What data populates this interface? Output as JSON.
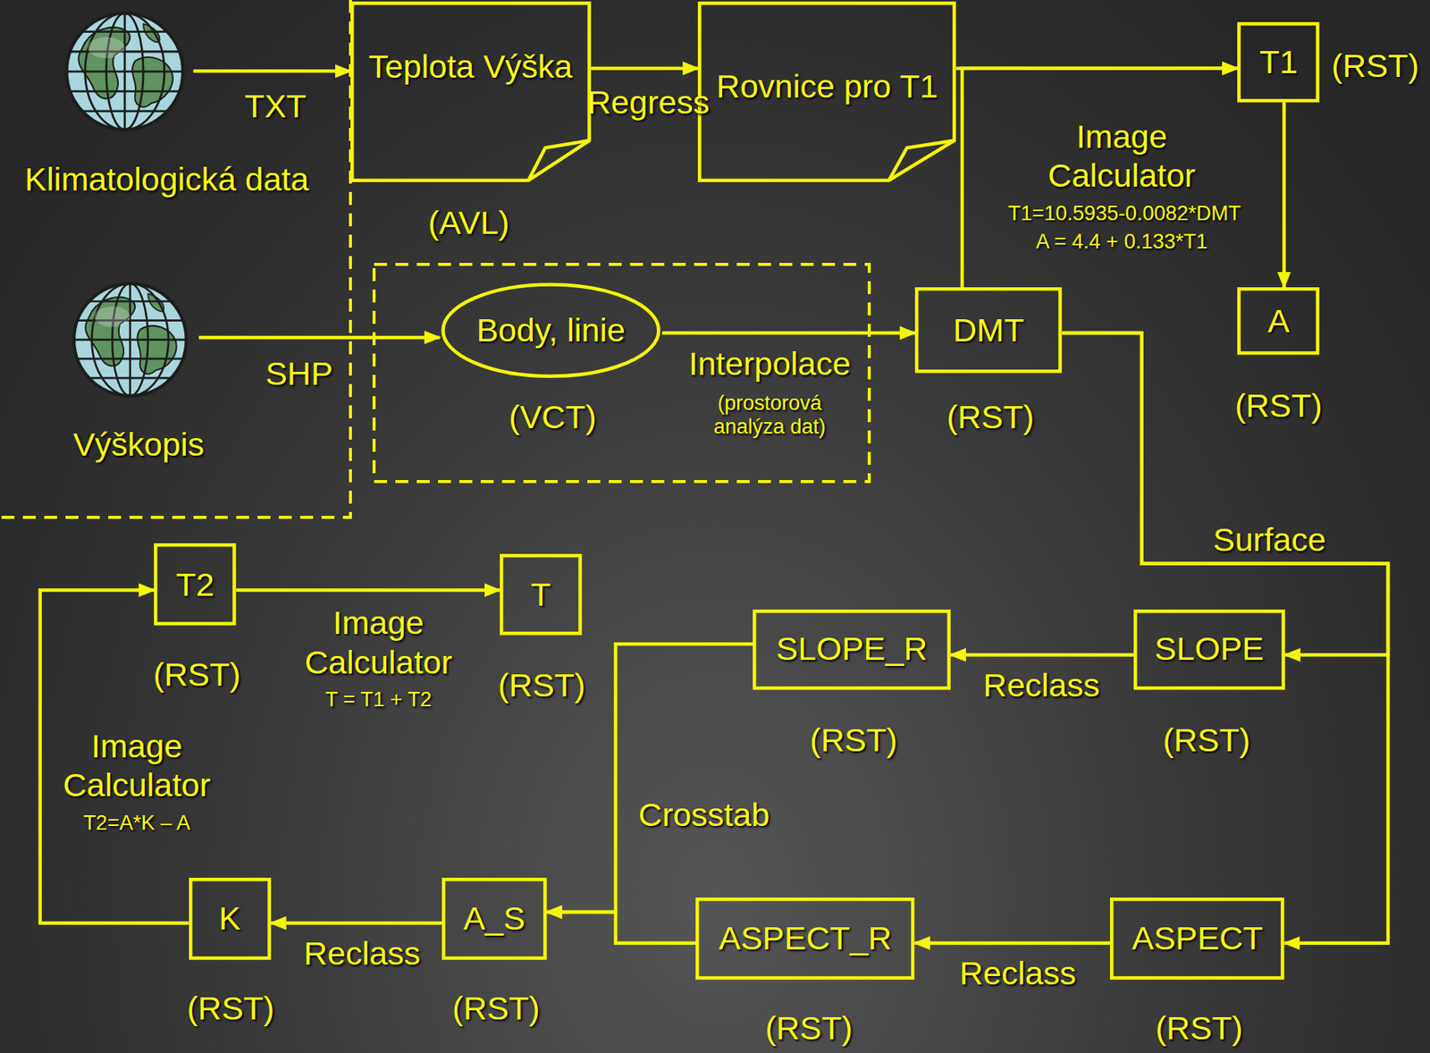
{
  "diagram": {
    "nodes": [
      {
        "text": [
          "Klimatologická data"
        ]
      },
      {
        "text": [
          "Teplota Výška",
          "(AVL)"
        ]
      },
      {
        "text": [
          "Rovnice pro T1"
        ]
      },
      {
        "text": [
          "T1",
          "(RST)"
        ]
      },
      {
        "text": [
          "Výškopis"
        ]
      },
      {
        "text": [
          "Body, linie",
          "(VCT)"
        ]
      },
      {
        "text": [
          "DMT",
          "(RST)"
        ]
      },
      {
        "text": [
          "A",
          "(RST)"
        ]
      },
      {
        "text": [
          "T2",
          "(RST)"
        ]
      },
      {
        "text": [
          "T",
          "(RST)"
        ]
      },
      {
        "text": [
          "SLOPE_R",
          "(RST)"
        ]
      },
      {
        "text": [
          "SLOPE",
          "(RST)"
        ]
      },
      {
        "text": [
          "K",
          "(RST)"
        ]
      },
      {
        "text": [
          "A_S",
          "(RST)"
        ]
      },
      {
        "text": [
          "ASPECT_R",
          "(RST)"
        ]
      },
      {
        "text": [
          "ASPECT",
          "(RST)"
        ]
      }
    ],
    "edges": [
      {
        "from": 0,
        "to": 1,
        "label": "TXT",
        "arrow": "to"
      },
      {
        "from": 1,
        "to": 2,
        "label": "Regress",
        "arrow": "to"
      },
      {
        "from": 2,
        "to": 3,
        "arrow": "to"
      },
      {
        "from": 6,
        "to": 3,
        "arrow": "to"
      },
      {
        "from": 3,
        "to": 7,
        "label": "Image Calculator",
        "arrow": "to"
      },
      {
        "from": 4,
        "to": 5,
        "label": "SHP",
        "arrow": "to"
      },
      {
        "from": 5,
        "to": 6,
        "label": "Interpolace",
        "arrow": "to"
      },
      {
        "from": 6,
        "to": 11,
        "label": "Surface",
        "arrow": "to"
      },
      {
        "from": 6,
        "to": 15,
        "arrow": "to"
      },
      {
        "from": 11,
        "to": 10,
        "label": "Reclass",
        "arrow": "to"
      },
      {
        "from": 15,
        "to": 14,
        "label": "Reclass",
        "arrow": "to"
      },
      {
        "from": 10,
        "to": 13,
        "label": "Crosstab",
        "arrow": "to"
      },
      {
        "from": 14,
        "to": 13,
        "arrow": "to"
      },
      {
        "from": 13,
        "to": 12,
        "label": "Reclass",
        "arrow": "to"
      },
      {
        "from": 12,
        "to": 8,
        "label": "Image Calculator",
        "arrow": "to"
      },
      {
        "from": 8,
        "to": 9,
        "label": "Image Calculator",
        "arrow": "to"
      }
    ],
    "labels": [
      "(prostorová analýza dat)",
      "T1=10.5935-0.0082*DMT",
      "A = 4.4 + 0.133*T1",
      "T2=A*K – A",
      "T = T1 + T2"
    ]
  }
}
